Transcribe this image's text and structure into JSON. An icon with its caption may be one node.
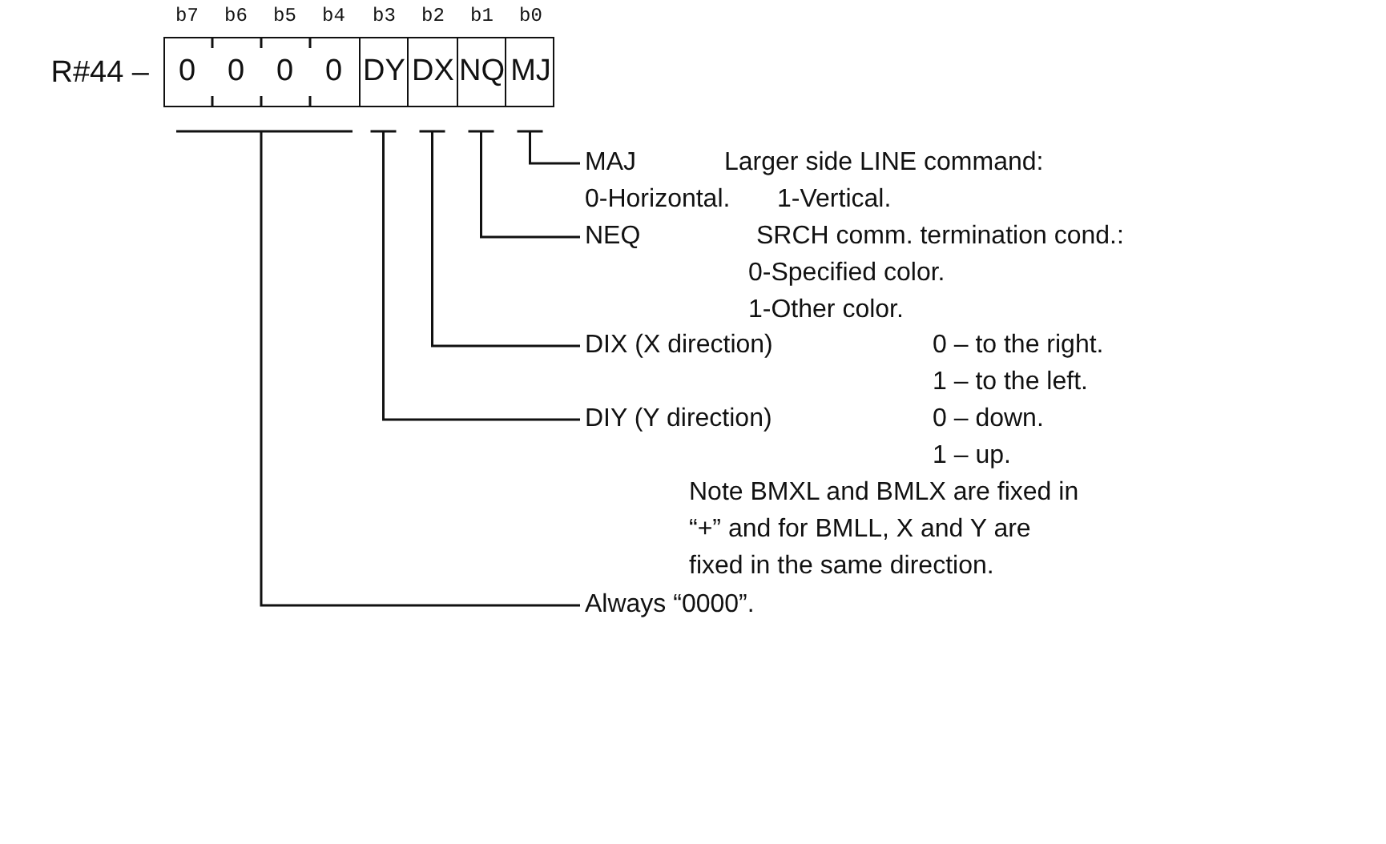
{
  "diagram": {
    "nodes": [
      {
        "text": [
          "R#44 –"
        ]
      },
      {
        "text": [
          "0",
          "0",
          "0",
          "0"
        ],
        "in": 0,
        "beside": [
          "b7",
          "b6",
          "b5",
          "b4"
        ]
      },
      {
        "text": [
          "DY"
        ],
        "in": 0,
        "beside": [
          "b3"
        ]
      },
      {
        "text": [
          "DX"
        ],
        "in": 0,
        "beside": [
          "b2"
        ]
      },
      {
        "text": [
          "NQ"
        ],
        "in": 0,
        "beside": [
          "b1"
        ]
      },
      {
        "text": [
          "MJ"
        ],
        "in": 0,
        "beside": [
          "b0"
        ]
      },
      {
        "text": [
          "MAJ",
          "Larger side LINE command:",
          "0-Horizontal.",
          "1-Vertical."
        ]
      },
      {
        "text": [
          "NEQ",
          "SRCH comm. termination cond.:",
          "0-Specified color.",
          "1-Other color."
        ]
      },
      {
        "text": [
          "DIX (X direction)",
          "0 – to the right.",
          "1 – to the left."
        ]
      },
      {
        "text": [
          "DIY (Y direction)",
          "0 – down.",
          "1 – up."
        ]
      },
      {
        "text": [
          "Always “0000”."
        ]
      }
    ],
    "edges": [
      {
        "from": 5,
        "to": 6,
        "arrow": "none"
      },
      {
        "from": 4,
        "to": 7,
        "arrow": "none"
      },
      {
        "from": 3,
        "to": 8,
        "arrow": "none"
      },
      {
        "from": 2,
        "to": 9,
        "arrow": "none"
      },
      {
        "from": 1,
        "to": 10,
        "arrow": "none"
      }
    ],
    "labels": [
      "Note BMXL and BMLX are fixed in “+” and for BMLL, X and Y are fixed in the same direction."
    ]
  }
}
